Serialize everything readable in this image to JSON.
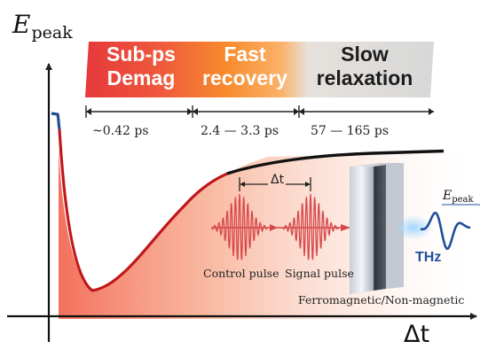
{
  "axes": {
    "y_label": "E",
    "y_label_sub": "peak",
    "x_label": "Δt"
  },
  "phases": [
    {
      "label": "Sub-ps Demag",
      "duration": "~0.42 ps",
      "color": "#e8393c"
    },
    {
      "label": "Fast recovery",
      "duration": "2.4 — 3.3 ps",
      "color": "#f7962e"
    },
    {
      "label": "Slow relaxation",
      "duration": "57 — 165 ps",
      "color": "#d6d6d6"
    }
  ],
  "curve": {
    "early_color": "#1f4e8c",
    "demag_color": "#c0181c",
    "late_color": "#111111"
  },
  "pulses": {
    "delay_label": "Δt",
    "control_label": "Control pulse",
    "signal_label": "Signal pulse",
    "color": "#d6474b"
  },
  "sample": {
    "label": "Ferromagnetic/Non-magnetic"
  },
  "emission": {
    "label": "THz",
    "peak_label": "E",
    "peak_label_sub": "peak",
    "color": "#1f4f9c"
  }
}
